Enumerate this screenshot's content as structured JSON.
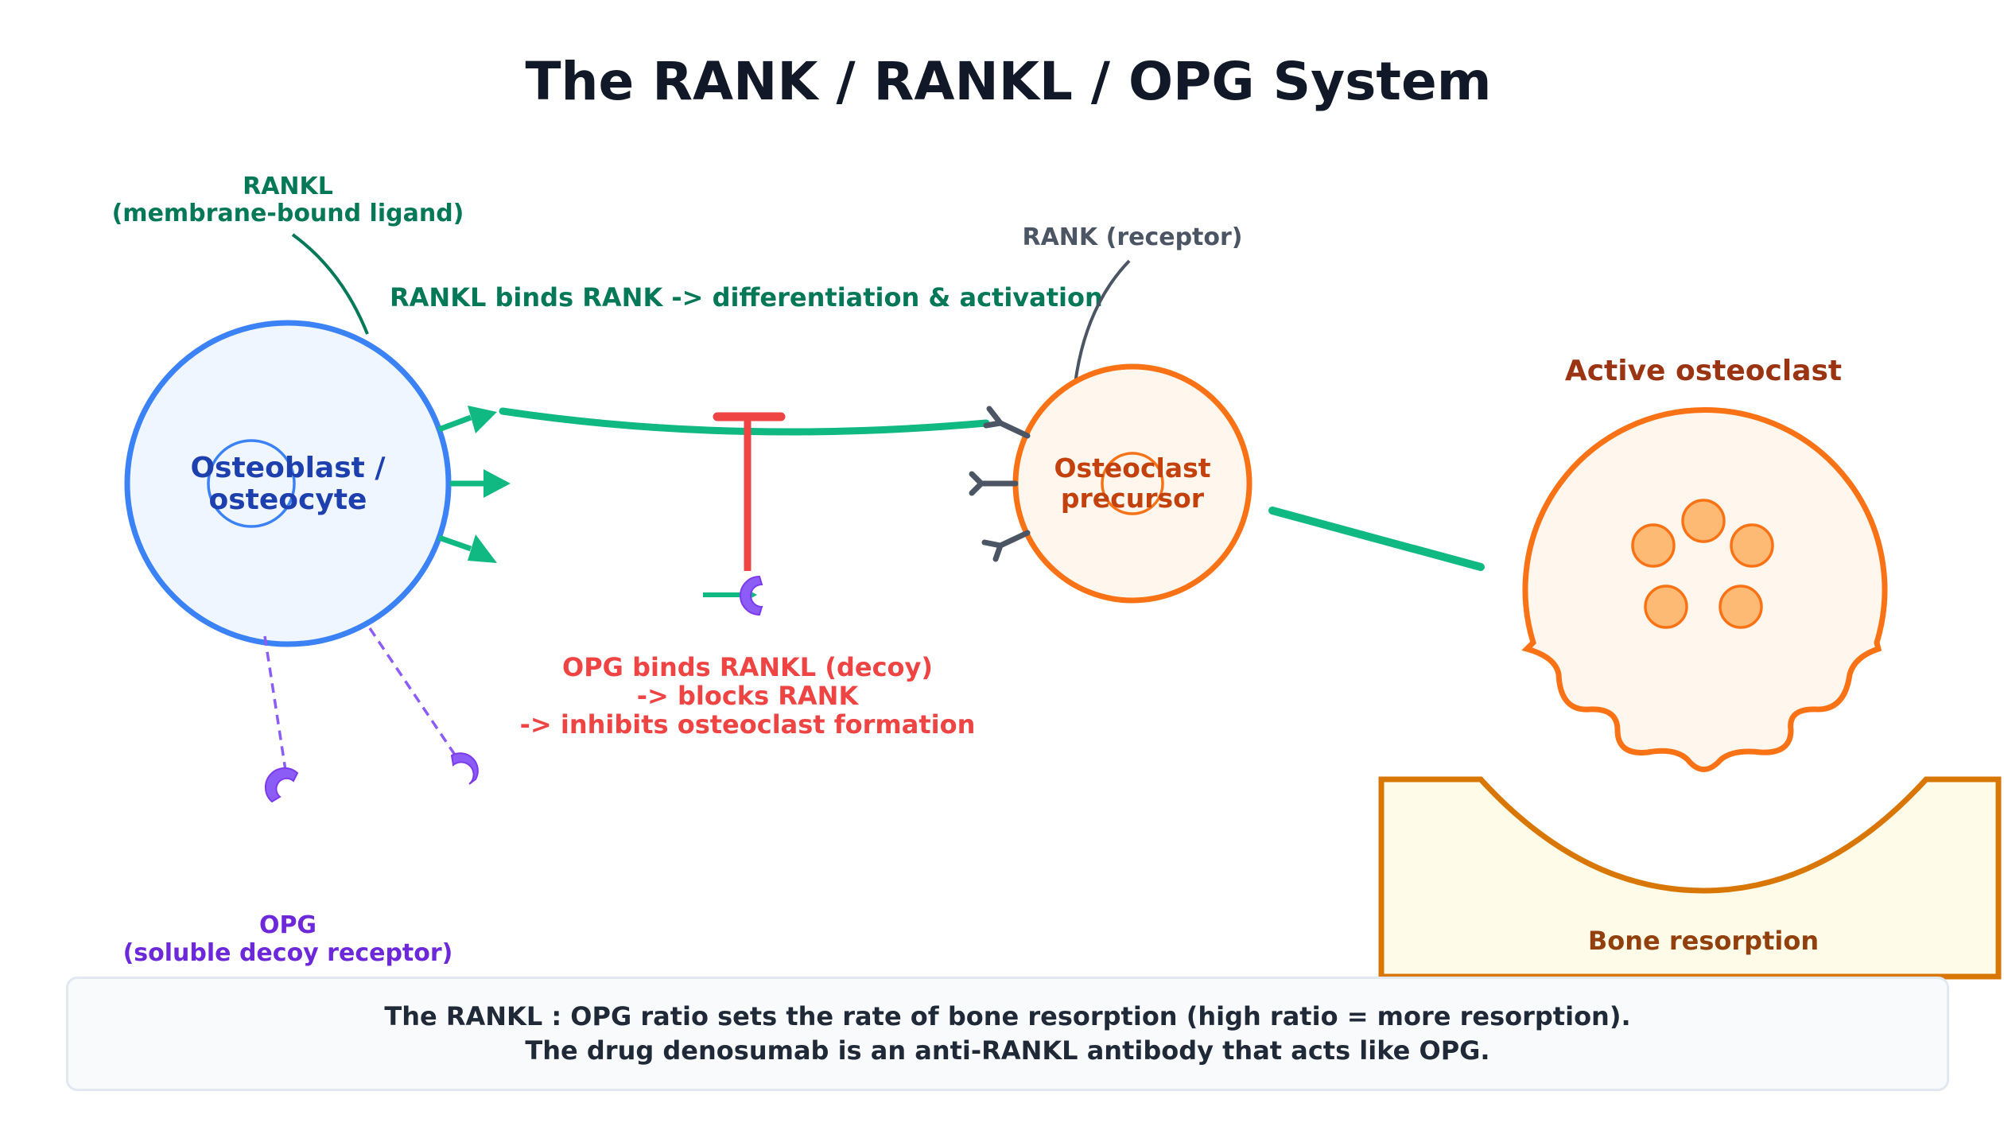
{
  "title": "The RANK / RANKL / OPG System",
  "labels": {
    "rankl_line1": "RANKL",
    "rankl_line2": "(membrane-bound ligand)",
    "binding": "RANKL binds RANK -> differentiation & activation",
    "rank_receptor": "RANK (receptor)",
    "osteoblast_line1": "Osteoblast /",
    "osteoblast_line2": "osteocyte",
    "precursor_line1": "Osteoclast",
    "precursor_line2": "precursor",
    "active_osteoclast": "Active osteoclast",
    "opg_decoy_line1": "OPG binds RANKL (decoy)",
    "opg_decoy_line2": "-> blocks RANK",
    "opg_decoy_line3": "-> inhibits osteoclast formation",
    "opg_line1": "OPG",
    "opg_line2": "(soluble decoy receptor)",
    "bone_resorption": "Bone resorption"
  },
  "footer": {
    "line1": "The RANKL : OPG ratio sets the rate of bone resorption (high ratio = more resorption).",
    "line2": "The drug denosumab is an anti-RANKL antibody that acts like OPG."
  },
  "colors": {
    "title": "#111827",
    "rankl_green": "#10b981",
    "rankl_text": "#047857",
    "osteoblast_blue": "#3b82f6",
    "osteoblast_text": "#1e40af",
    "osteoclast_orange": "#f97316",
    "osteoclast_text": "#c2410c",
    "inhibit_red": "#ef4444",
    "opg_purple": "#8b5cf6",
    "opg_text": "#6d28d9",
    "receptor_gray": "#4b5563",
    "bone_fill": "#fefce8",
    "bone_stroke": "#d97706",
    "bone_text": "#92400e"
  }
}
